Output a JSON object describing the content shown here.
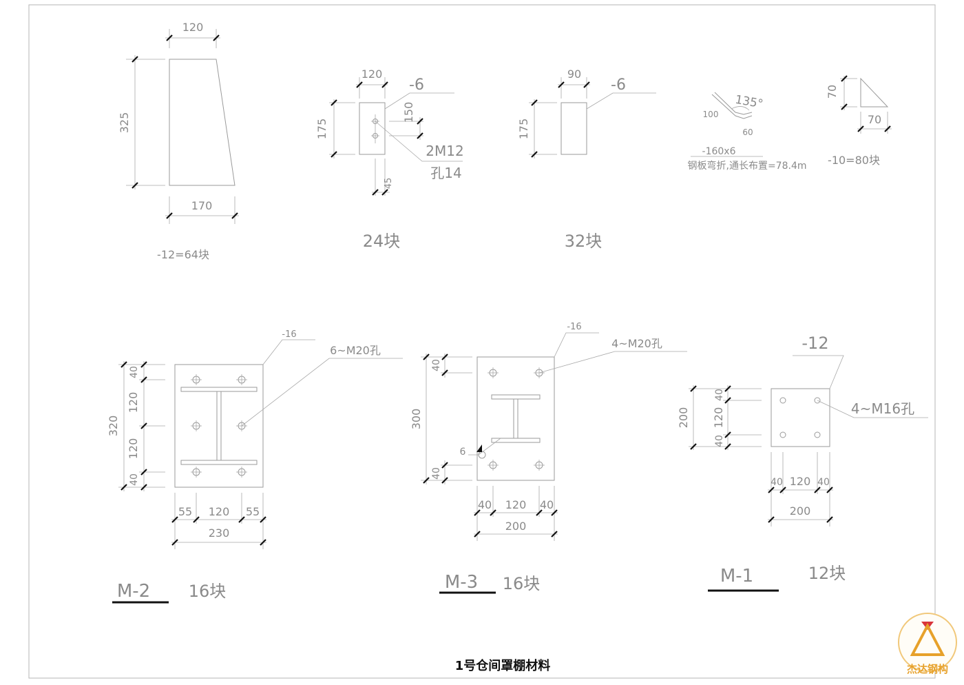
{
  "sheet_title": "1号仓间罩棚材料",
  "watermark": {
    "text": "杰达钢构",
    "accent": "#e7a12a",
    "red": "#d9343a"
  },
  "part_a": {
    "top_width": "120",
    "height": "325",
    "bottom_width": "170",
    "spec": "-12=64块"
  },
  "part_b": {
    "width": "120",
    "height": "175",
    "plate": "-6",
    "hole_spacing": "150",
    "bolts": "2M12",
    "hole": "孔14",
    "edge": "45",
    "count": "24块"
  },
  "part_c": {
    "width": "90",
    "height": "175",
    "plate": "-6",
    "count": "32块"
  },
  "part_d": {
    "angle": "135°",
    "leg_a": "100",
    "leg_b": "60",
    "plate": "-160x6",
    "note": "钢板弯折,通长布置=78.4m"
  },
  "part_e": {
    "height": "70",
    "width": "70",
    "spec": "-10=80块"
  },
  "m2": {
    "label": "M-2",
    "count": "16块",
    "plate": "-16",
    "holes": "6~M20孔",
    "total_height": "320",
    "v_dims": [
      "40",
      "120",
      "120",
      "40"
    ],
    "h_dims": [
      "55",
      "120",
      "55"
    ],
    "total_width": "230"
  },
  "m3": {
    "label": "M-3",
    "count": "16块",
    "plate": "-16",
    "holes": "4~M20孔",
    "total_height": "300",
    "v_dims": [
      "40",
      "40"
    ],
    "weld": "6",
    "h_dims": [
      "40",
      "120",
      "40"
    ],
    "total_width": "200"
  },
  "m1": {
    "label": "M-1",
    "count": "12块",
    "plate": "-12",
    "holes": "4~M16孔",
    "total_height": "200",
    "v_dims": [
      "40",
      "120",
      "40"
    ],
    "h_dims": [
      "40",
      "120",
      "40"
    ],
    "total_width": "200"
  }
}
